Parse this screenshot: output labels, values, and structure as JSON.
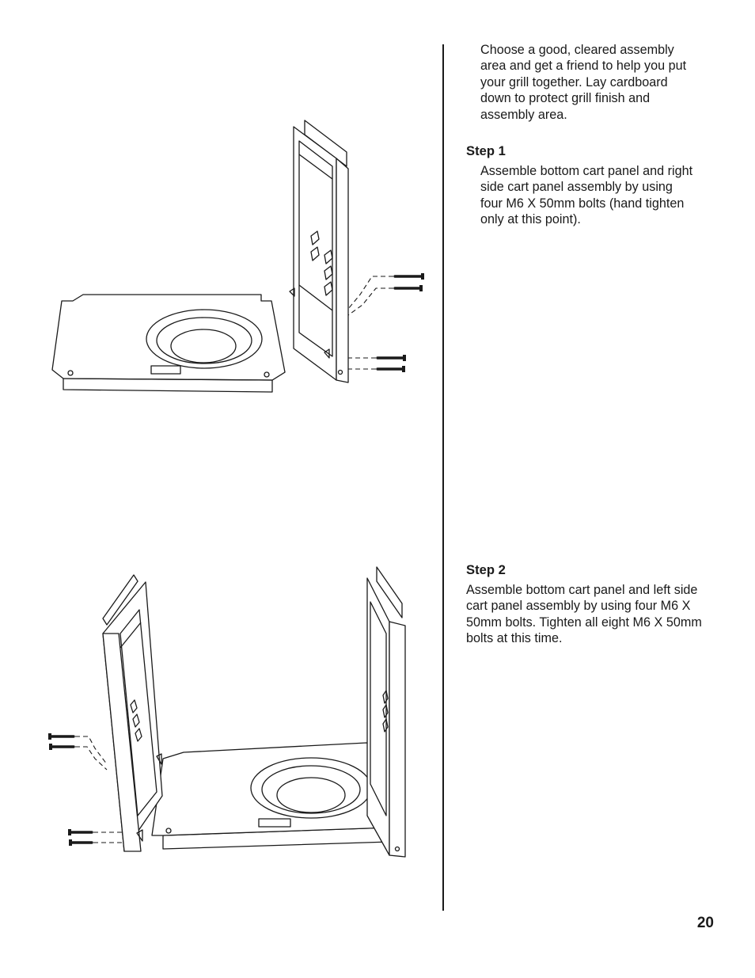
{
  "intro": {
    "text": "Choose a good, cleared assembly area and get a friend to help you put your grill together. Lay cardboard down to protect grill finish and assembly area."
  },
  "step1": {
    "title": "Step 1",
    "text": "Assemble bottom cart panel and right side cart panel assembly by using four M6 X 50mm bolts (hand tighten only at this point)."
  },
  "step2": {
    "title": "Step 2",
    "text": "Assemble bottom cart panel and left side cart panel assembly by using four M6 X 50mm bolts. Tighten all eight M6 X 50mm bolts at this time."
  },
  "page": {
    "number": "20"
  }
}
